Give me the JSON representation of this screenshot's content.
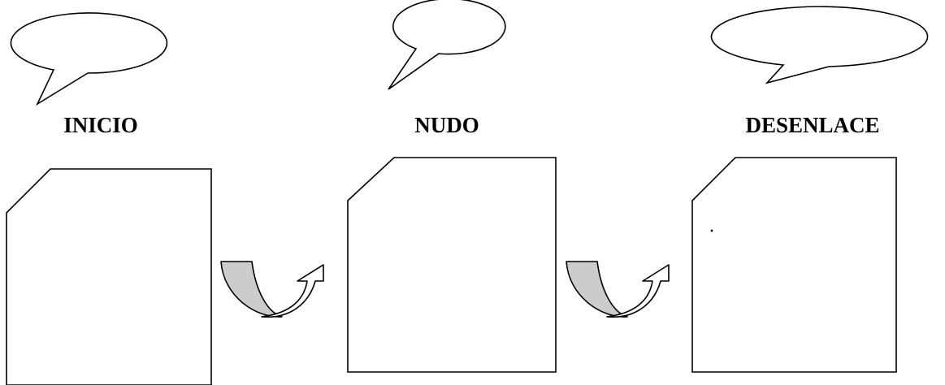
{
  "diagram": {
    "stages": [
      {
        "label": "INICIO"
      },
      {
        "label": "NUDO"
      },
      {
        "label": "DESENLACE"
      }
    ],
    "colors": {
      "stroke": "#000000",
      "fill": "#ffffff",
      "arrow_back_fill": "#cccccc"
    }
  }
}
